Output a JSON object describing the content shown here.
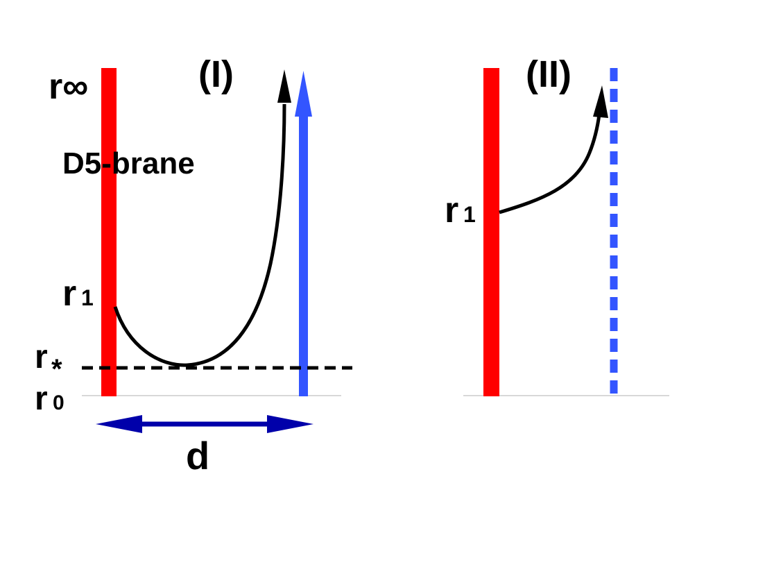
{
  "panel_1": {
    "title": "(I)",
    "brane_label": "D5-brane",
    "r_infinity": "r∞",
    "r_one": "r",
    "r_one_sub": "1",
    "r_star": "r",
    "r_star_sub": "*",
    "r_zero": "r",
    "r_zero_sub": "0",
    "separation_label": "d"
  },
  "panel_2": {
    "title": "(II)",
    "r_one": "r",
    "r_one_sub": "1"
  },
  "colors": {
    "d5_brane": "#ff0000",
    "flavor_brane": "#3355ff",
    "separation_arrow": "#0000aa",
    "string": "#000000"
  }
}
